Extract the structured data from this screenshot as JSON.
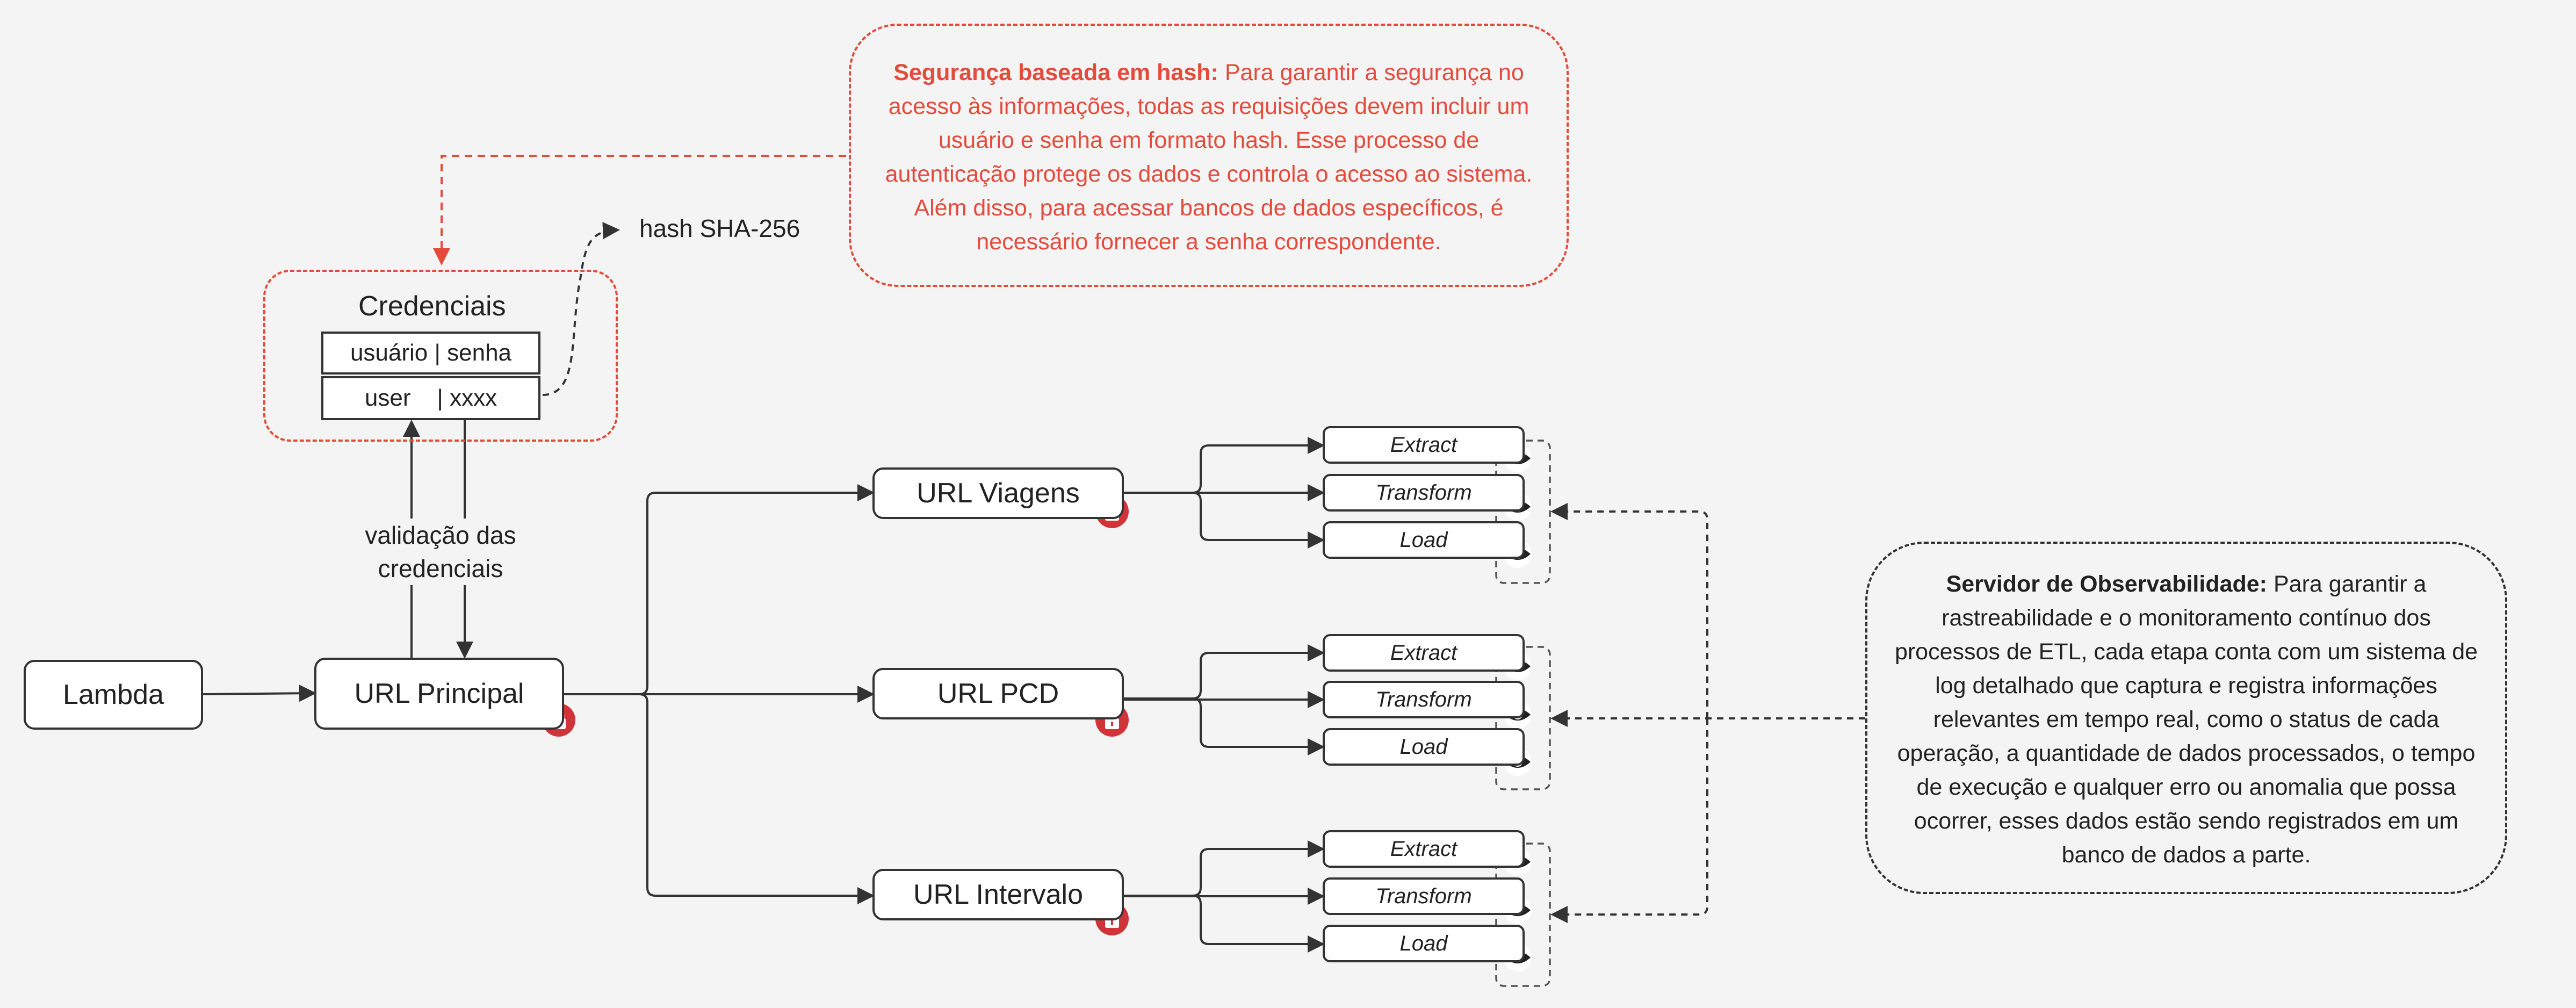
{
  "security_note": {
    "title": "Segurança baseada em hash:",
    "body": "Para garantir a segurança no acesso às informações, todas as requisições devem incluir um usuário e senha em formato hash. Esse processo de autenticação protege os dados e controla o acesso ao sistema. Além disso, para acessar bancos de dados específicos, é necessário fornecer a senha correspondente."
  },
  "hash_label": "hash SHA-256",
  "credentials": {
    "title": "Credenciais",
    "header": "usuário | senha",
    "row": "user    | xxxx"
  },
  "validation_label_1": "validação das",
  "validation_label_2": "credenciais",
  "nodes": {
    "lambda": "Lambda",
    "principal": "URL Principal",
    "viagens": "URL Viagens",
    "pcd": "URL PCD",
    "intervalo": "URL Intervalo"
  },
  "etl_steps": [
    "Extract",
    "Transform",
    "Load"
  ],
  "observability_note": {
    "title": "Servidor de Observabilidade:",
    "body": "Para garantir a rastreabilidade e o monitoramento contínuo dos processos de ETL, cada etapa conta com um sistema de log detalhado que captura e registra informações relevantes em tempo real, como o status de cada operação, a quantidade de dados processados, o tempo de execução e qualquer erro ou anomalia que possa ocorrer, esses dados estão sendo registrados em um banco de dados a parte."
  },
  "icons": [
    "lock-icon",
    "eye-icon"
  ],
  "colors": {
    "accent": "#e54b3c",
    "lock": "#d13438",
    "stroke": "#333333",
    "background": "#f4f4f4"
  }
}
